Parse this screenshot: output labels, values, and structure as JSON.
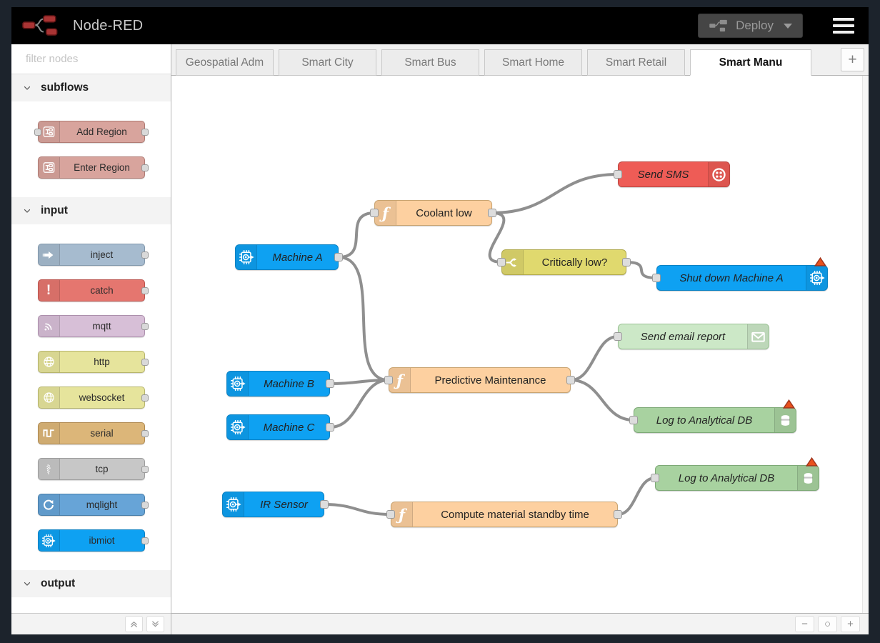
{
  "header": {
    "title": "Node-RED",
    "deploy": {
      "label": "Deploy"
    }
  },
  "palette": {
    "filter_placeholder": "filter nodes",
    "categories": [
      {
        "label": "subflows",
        "nodes": [
          {
            "label": "Add Region",
            "icon": "subflow-icon"
          },
          {
            "label": "Enter Region",
            "icon": "subflow-icon"
          }
        ]
      },
      {
        "label": "input",
        "nodes": [
          {
            "label": "inject",
            "icon": "inject-arrow-icon"
          },
          {
            "label": "catch",
            "icon": "exclamation-icon"
          },
          {
            "label": "mqtt",
            "icon": "signal-waves-icon"
          },
          {
            "label": "http",
            "icon": "globe-icon"
          },
          {
            "label": "websocket",
            "icon": "globe-icon"
          },
          {
            "label": "serial",
            "icon": "square-wave-icon"
          },
          {
            "label": "tcp",
            "icon": "dots-stream-icon"
          },
          {
            "label": "mqlight",
            "icon": "circular-arrow-icon"
          },
          {
            "label": "ibmiot",
            "icon": "chip-icon"
          }
        ]
      },
      {
        "label": "output",
        "nodes": []
      }
    ]
  },
  "tabs": {
    "items": [
      "Geospatial Adm",
      "Smart City",
      "Smart Bus",
      "Smart Home",
      "Smart Retail",
      "Smart Manu"
    ],
    "active": "Smart Manu",
    "add_label": "+"
  },
  "flow": {
    "nodes": [
      {
        "label": "Machine A",
        "type": "ibmiot in",
        "icon": "chip-icon"
      },
      {
        "label": "Coolant low",
        "type": "function",
        "icon": "function-icon"
      },
      {
        "label": "Send SMS",
        "type": "twilio out",
        "icon": "twilio-icon"
      },
      {
        "label": "Critically low?",
        "type": "switch",
        "icon": "switch-icon"
      },
      {
        "label": "Shut down Machine A",
        "type": "ibmiot out",
        "icon": "chip-icon",
        "warning": true
      },
      {
        "label": "Machine B",
        "type": "ibmiot in",
        "icon": "chip-icon"
      },
      {
        "label": "Machine C",
        "type": "ibmiot in",
        "icon": "chip-icon"
      },
      {
        "label": "Predictive Maintenance",
        "type": "function",
        "icon": "function-icon"
      },
      {
        "label": "Send email report",
        "type": "email out",
        "icon": "envelope-icon"
      },
      {
        "label": "Log to Analytical DB",
        "type": "db out",
        "icon": "database-icon",
        "warning": true
      },
      {
        "label": "IR Sensor",
        "type": "ibmiot in",
        "icon": "chip-icon"
      },
      {
        "label": "Compute material standby time",
        "type": "function",
        "icon": "function-icon"
      },
      {
        "label": "Log to Analytical DB",
        "type": "db out",
        "icon": "database-icon",
        "warning": true
      }
    ]
  },
  "controls": {
    "zoom_out": "−",
    "zoom_reset": "○",
    "zoom_in": "+"
  },
  "colors": {
    "frame": "#1c232c",
    "header_bg": "#000000",
    "accent_ibmiot": "#0ea1f2",
    "function_node": "#fdd0a0",
    "twilio_node": "#ee5c56",
    "switch_node": "#e0d96e",
    "email_node": "#cce8c7",
    "db_node": "#a8d2a0",
    "subflow_node": "#d8a49d",
    "inject_node": "#a6bbcf",
    "catch_node": "#e5766f",
    "mqtt_node": "#d7bfd7",
    "http_node": "#e6e49c",
    "serial_node": "#dcb679",
    "tcp_node": "#c7c7c7",
    "mqlight_node": "#67a4d7",
    "wire": "#8f8f8f",
    "warning_badge": "#e8511d"
  }
}
